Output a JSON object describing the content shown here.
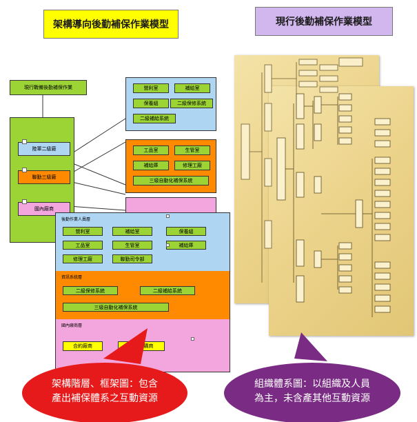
{
  "left": {
    "title": "架構導向後勤補保作業模型",
    "top_label": "現行戰備後勤補保作業",
    "tier_labels": [
      "陸軍二級廠",
      "聯勤三級廠",
      "國內廠商"
    ],
    "tier2_items": [
      "營利室",
      "補給室",
      "保養組",
      "二級保修系統",
      "二級補給系統"
    ],
    "tier3_items": [
      "工品室",
      "生管室",
      "補給庫",
      "修理工廠",
      "三級自動化補保系統"
    ],
    "front": {
      "layer1_title": "後勤作業人員層",
      "layer1_items": [
        "營利室",
        "補給室",
        "保養組",
        "工品室",
        "生管室",
        "補給庫",
        "修理工廠",
        "聯勤司令部"
      ],
      "layer2_title": "資訊系統層",
      "layer2_items": [
        "二級保修系統",
        "二級補給系統",
        "三級自動化補保系統"
      ],
      "layer3_title": "國內廠商層",
      "layer3_items": [
        "合約廠商",
        "大量採購商"
      ]
    },
    "callout": [
      "架構階層、框架圖：包含",
      "產出補保體系之互動資源"
    ],
    "colors": {
      "green": "#9bd434",
      "blue": "#aed6f3",
      "orange": "#ff8a00",
      "pink": "#f3a6dd",
      "callout": "#e61a1a"
    }
  },
  "right": {
    "title": "現行後勤補保作業模型",
    "callout": [
      "組織體系圖：以組織及人員",
      "為主，未含產其他互動資源"
    ],
    "colors": {
      "paper": "#ecd48c",
      "callout": "#7a2c84"
    }
  }
}
